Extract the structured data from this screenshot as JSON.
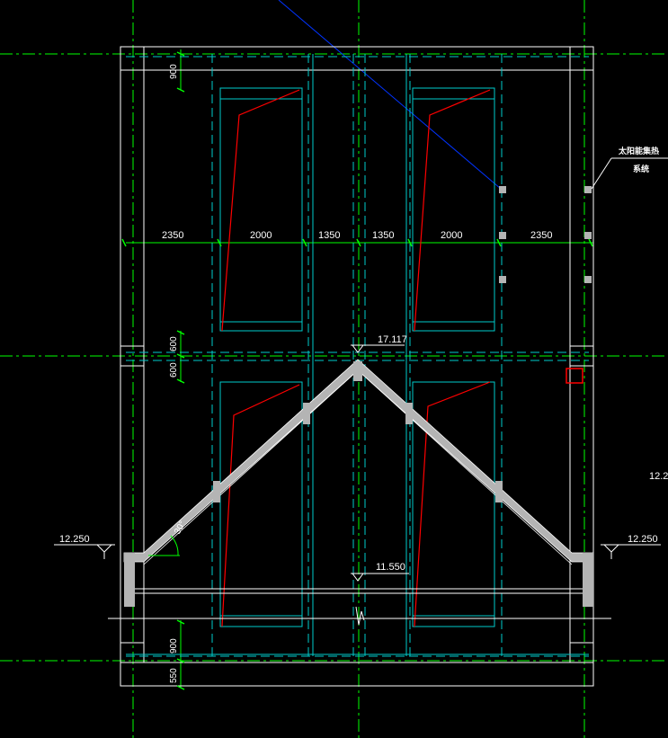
{
  "colors": {
    "background": "#000000",
    "grid_green": "#00ff00",
    "cyan": "#00cccc",
    "white": "#ffffff",
    "red": "#ff0000",
    "blue": "#0033ff",
    "gray": "#b4b4b4"
  },
  "dimensions": {
    "horizontal": [
      "2350",
      "2000",
      "1350",
      "1350",
      "2000",
      "2350"
    ],
    "vertical_top": "900",
    "vertical_mid_upper": "600",
    "vertical_mid_lower": "600",
    "vertical_bottom_upper": "900",
    "vertical_bottom_lower": "550"
  },
  "elevations": {
    "ridge": "17.117",
    "base": "11.550",
    "left_eave": "12.250",
    "right_eave": "12.250",
    "right_edge_partial": "12.2"
  },
  "angle": "30°",
  "annotation": {
    "line1": "太阳能集热",
    "line2": "系统"
  }
}
